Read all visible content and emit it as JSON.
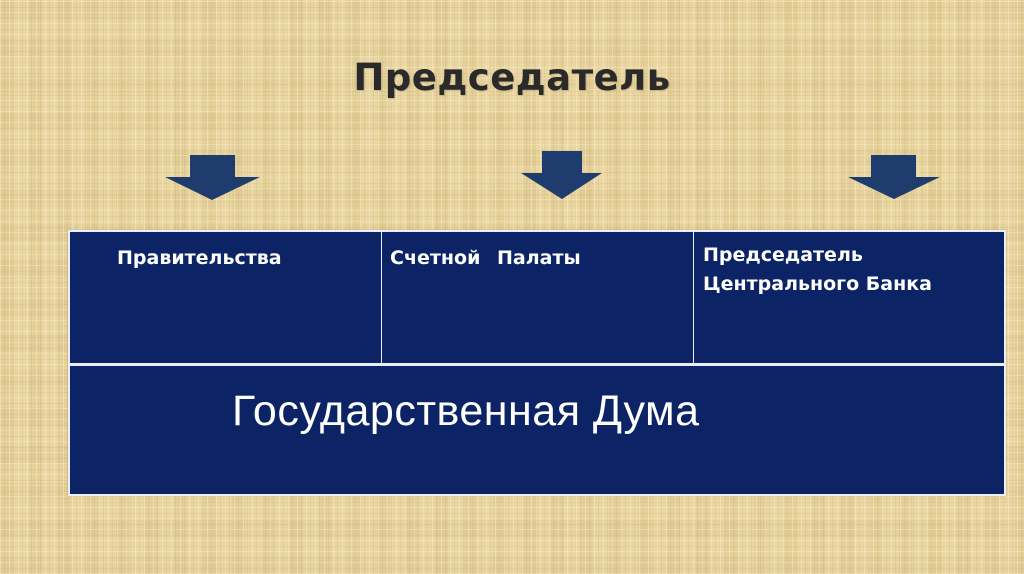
{
  "slide": {
    "title": "Председатель",
    "arrows": [
      {
        "icon": "arrow-down-icon",
        "target": "Правительства"
      },
      {
        "icon": "arrow-down-icon",
        "target": "Счетной Палаты"
      },
      {
        "icon": "arrow-down-icon",
        "target": "Председатель Центрального Банка"
      }
    ],
    "table": {
      "row1": {
        "cell1": "Правительства",
        "cell2": "Счетной Палаты",
        "cell3_line1": "Председатель",
        "cell3_line2": "Центрального Банка"
      },
      "row2": {
        "cell": "Государственная Дума"
      }
    }
  },
  "colors": {
    "background": "#e6d29c",
    "arrow": "#1f3c6e",
    "cell_fill": "#0c2466",
    "cell_text": "#ffffff",
    "title_text": "#2a2a2a"
  }
}
